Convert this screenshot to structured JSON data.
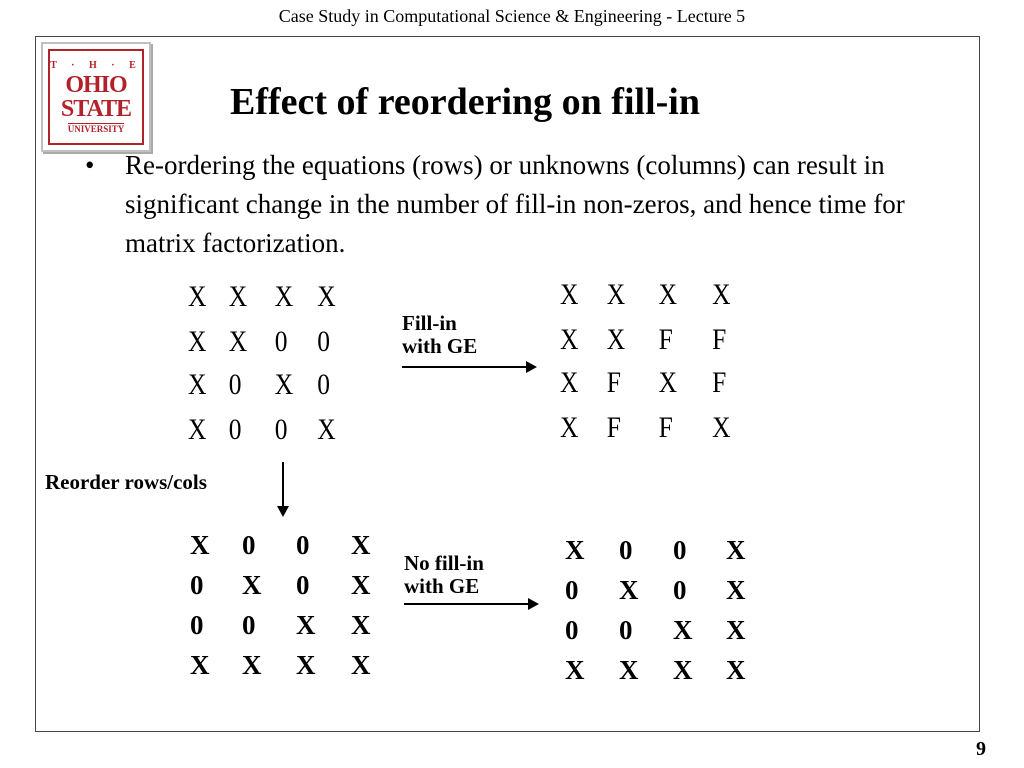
{
  "header": {
    "text": "Case Study in Computational Science & Engineering - Lecture 5"
  },
  "logo": {
    "the": "T · H · E",
    "ohio": "OHIO",
    "state": "STATE",
    "university": "UNIVERSITY",
    "color": "#b22229"
  },
  "slide": {
    "title": "Effect of reordering on fill-in",
    "bullet_marker": "•",
    "bullet": "Re-ordering the equations (rows) or unknowns (columns) can result in significant change in the number of fill-in non-zeros, and hence time for matrix factorization.",
    "page_number": "9"
  },
  "arrows": {
    "fill_in_line1": "Fill-in",
    "fill_in_line2": "with GE",
    "no_fill_line1": "No fill-in",
    "no_fill_line2": "with GE",
    "reorder": "Reorder rows/cols"
  },
  "matrices": {
    "original": [
      [
        "X",
        "X",
        "X",
        "X"
      ],
      [
        "X",
        "X",
        "0",
        "0"
      ],
      [
        "X",
        "0",
        "X",
        "0"
      ],
      [
        "X",
        "0",
        "0",
        "X"
      ]
    ],
    "filled": [
      [
        "X",
        "X",
        "X",
        "X"
      ],
      [
        "X",
        "X",
        "F",
        "F"
      ],
      [
        "X",
        "F",
        "X",
        "F"
      ],
      [
        "X",
        "F",
        "F",
        "X"
      ]
    ],
    "reordered": [
      [
        "X",
        "0",
        "0",
        "X"
      ],
      [
        "0",
        "X",
        "0",
        "X"
      ],
      [
        "0",
        "0",
        "X",
        "X"
      ],
      [
        "X",
        "X",
        "X",
        "X"
      ]
    ],
    "reordered_result": [
      [
        "X",
        "0",
        "0",
        "X"
      ],
      [
        "0",
        "X",
        "0",
        "X"
      ],
      [
        "0",
        "0",
        "X",
        "X"
      ],
      [
        "X",
        "X",
        "X",
        "X"
      ]
    ]
  }
}
